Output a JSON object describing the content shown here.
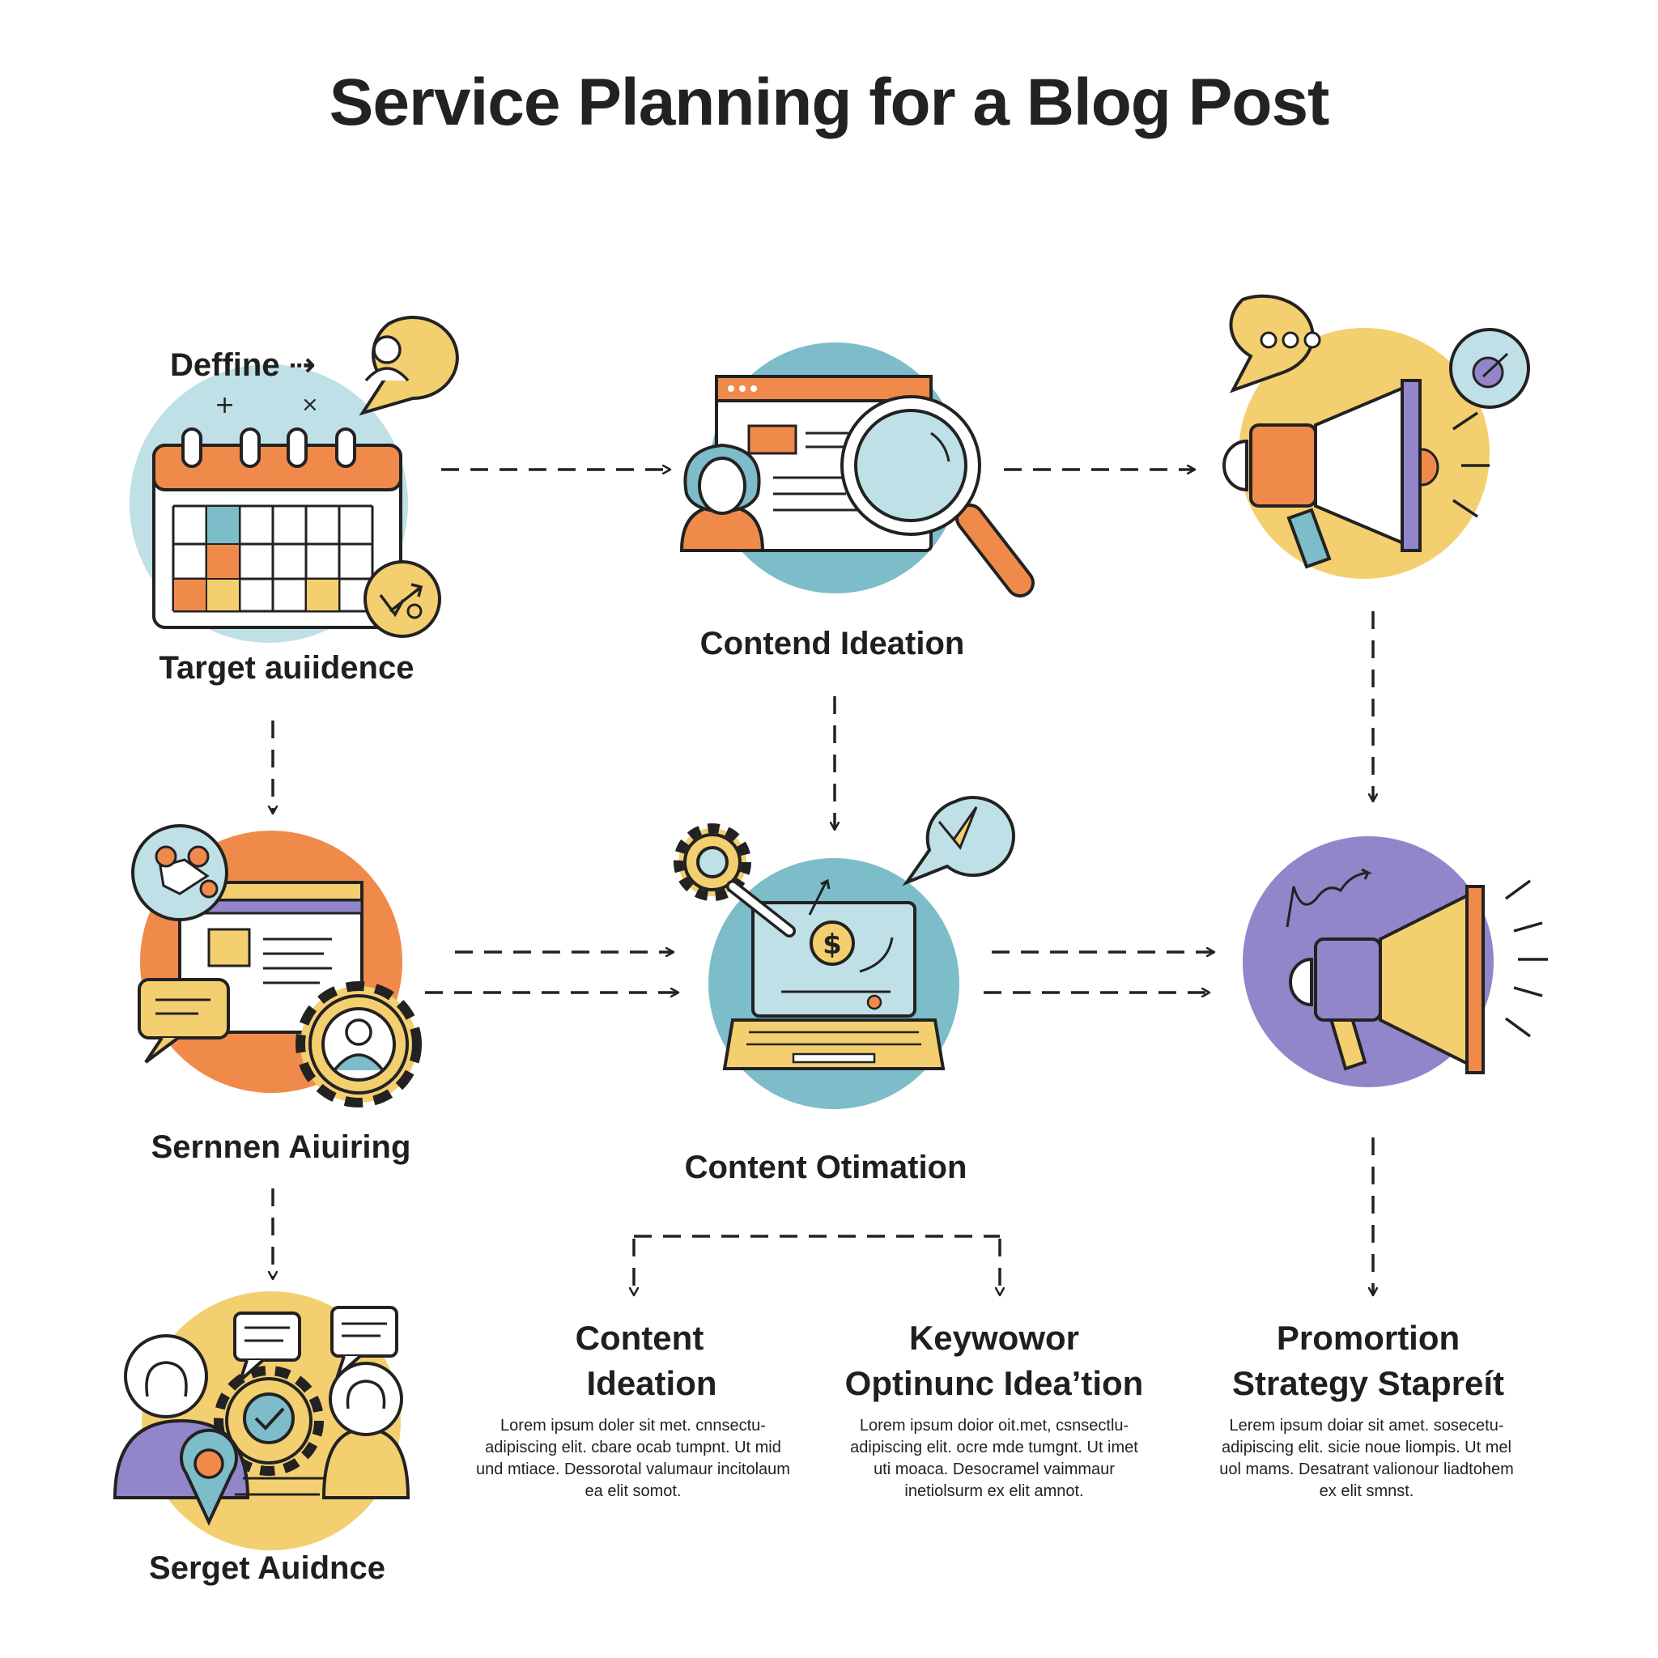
{
  "title": "Service Planning for a Blog Post",
  "nodes": {
    "define": "Deffine ⇢",
    "target_audience": "Target auiidence",
    "contend_ideation": "Contend Ideation",
    "sernnen": "Sernnen Aiuiring",
    "content_otimation": "Content Otimation",
    "serget_audience": "Serget Auidnce"
  },
  "columns": [
    {
      "heading_line1": "Content",
      "heading_line2": "Ideation",
      "body": "Lorem ipsum doler sit met. cnnsectu-adipiscing elit. cbare ocab tumpnt. Ut mid und mtiace. Dessorotal valumaur incitolaum ea elit somot."
    },
    {
      "heading_line1": "Keywowor",
      "heading_line2": "Optinunc Idea’tion",
      "body": "Lorem ipsum doior oit.met, csnsectlu-adipiscing elit. ocre mde tumgnt. Ut imet uti moaca. Desocramel vaimmaur inetiolsurm ex elit amnot."
    },
    {
      "heading_line1": "Promortion",
      "heading_line2": "Strategy Stapreít",
      "body": "Lerem ipsum doiar sit amet. sosecetu-adipiscing elit. sicie noue liompis. Ut mel uol mams. Desatrant valionour liadtohem ex elit smnst."
    }
  ],
  "colors": {
    "teal": "#7dbcc9",
    "light_teal": "#bfe0e6",
    "orange": "#f08a4b",
    "yellow": "#f4cf6f",
    "purple": "#9285c9",
    "ink": "#222222"
  }
}
